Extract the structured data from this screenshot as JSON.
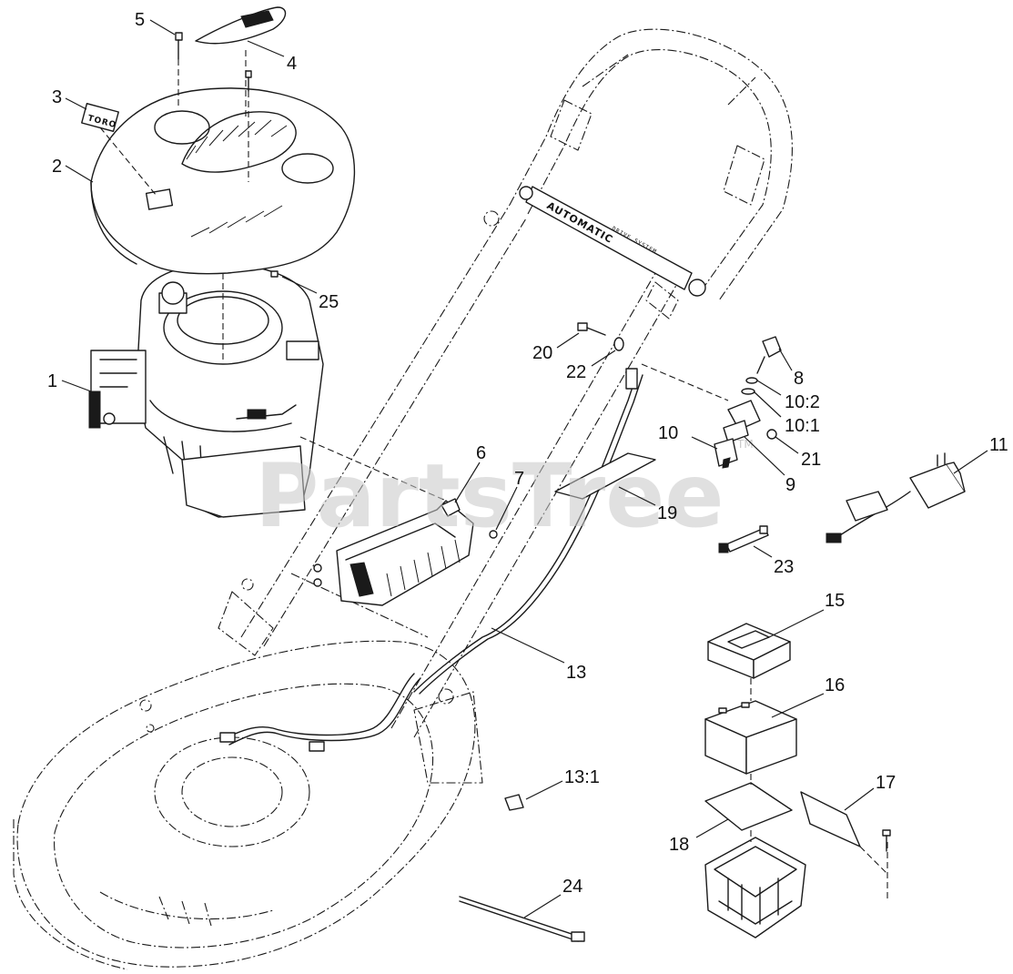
{
  "watermark": {
    "text": "PartsTree",
    "trademark": "TM"
  },
  "decals": {
    "handle_label": "AUTOMATIC",
    "handle_sublabel": "DRIVE SYSTEM",
    "logo_text": "TORO"
  },
  "callouts": [
    {
      "id": "p1",
      "label": "1"
    },
    {
      "id": "p2",
      "label": "2"
    },
    {
      "id": "p3",
      "label": "3"
    },
    {
      "id": "p4",
      "label": "4"
    },
    {
      "id": "p5",
      "label": "5"
    },
    {
      "id": "p6",
      "label": "6"
    },
    {
      "id": "p7",
      "label": "7"
    },
    {
      "id": "p8",
      "label": "8"
    },
    {
      "id": "p9",
      "label": "9"
    },
    {
      "id": "p10",
      "label": "10"
    },
    {
      "id": "p10_1",
      "label": "10:1"
    },
    {
      "id": "p10_2",
      "label": "10:2"
    },
    {
      "id": "p11",
      "label": "11"
    },
    {
      "id": "p13",
      "label": "13"
    },
    {
      "id": "p13_1",
      "label": "13:1"
    },
    {
      "id": "p15",
      "label": "15"
    },
    {
      "id": "p16",
      "label": "16"
    },
    {
      "id": "p17",
      "label": "17"
    },
    {
      "id": "p18",
      "label": "18"
    },
    {
      "id": "p19",
      "label": "19"
    },
    {
      "id": "p20",
      "label": "20"
    },
    {
      "id": "p21",
      "label": "21"
    },
    {
      "id": "p22",
      "label": "22"
    },
    {
      "id": "p23",
      "label": "23"
    },
    {
      "id": "p24",
      "label": "24"
    },
    {
      "id": "p25",
      "label": "25"
    }
  ]
}
